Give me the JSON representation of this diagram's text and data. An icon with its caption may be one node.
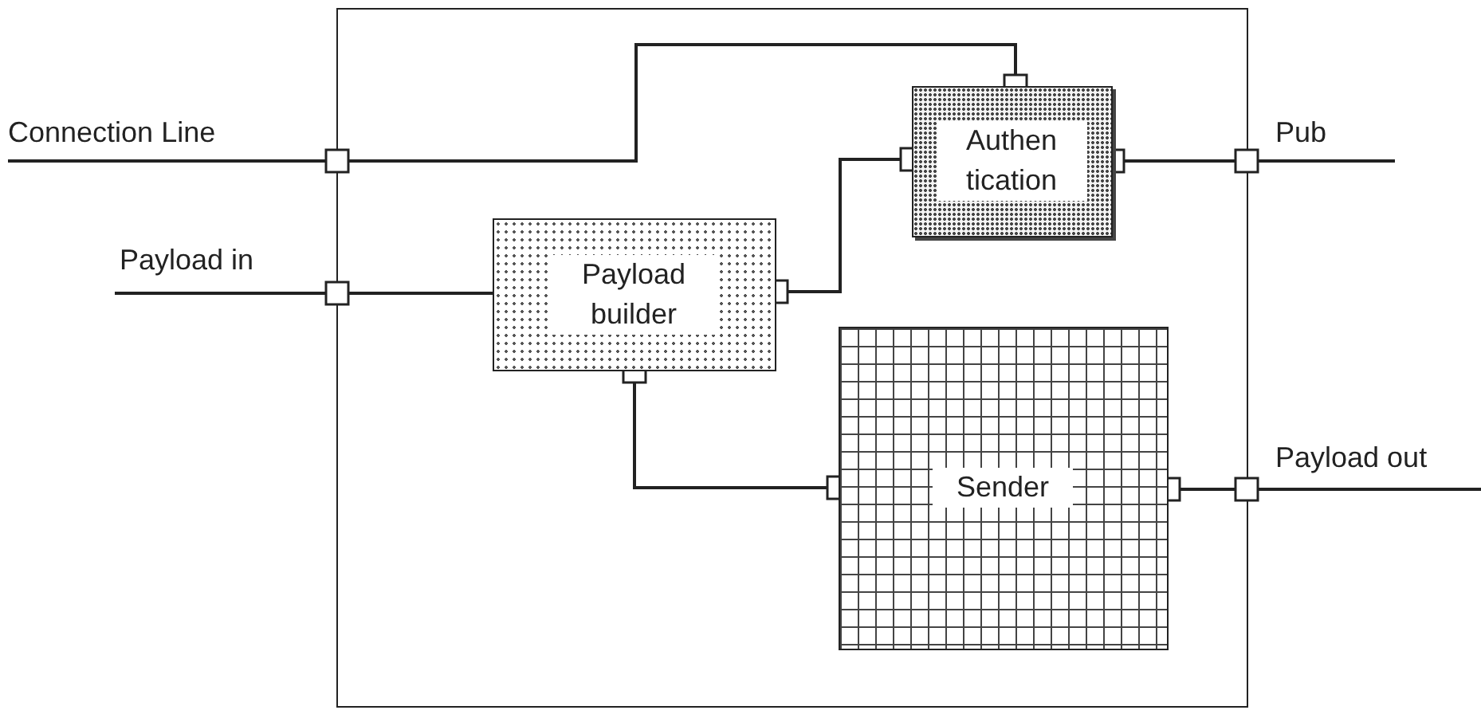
{
  "diagram": {
    "nodes": [
      {
        "text": [],
        "shape": "box"
      },
      {
        "text": [
          "Authen tication"
        ],
        "in": 0
      },
      {
        "text": [
          "Payload builder"
        ],
        "in": 0
      },
      {
        "text": [
          "Sender"
        ],
        "in": 0
      }
    ],
    "edges": [
      {
        "from": null,
        "to": 1,
        "arrow": "other",
        "label": "Connection Line"
      },
      {
        "from": null,
        "to": 2,
        "arrow": "none",
        "label": "Payload in"
      },
      {
        "from": 2,
        "to": 1,
        "arrow": "other"
      },
      {
        "from": 1,
        "to": null,
        "arrow": "other",
        "label": "Pub"
      },
      {
        "from": 2,
        "to": 3,
        "arrow": "other"
      },
      {
        "from": 3,
        "to": null,
        "arrow": "other",
        "label": "Payload out"
      }
    ]
  }
}
